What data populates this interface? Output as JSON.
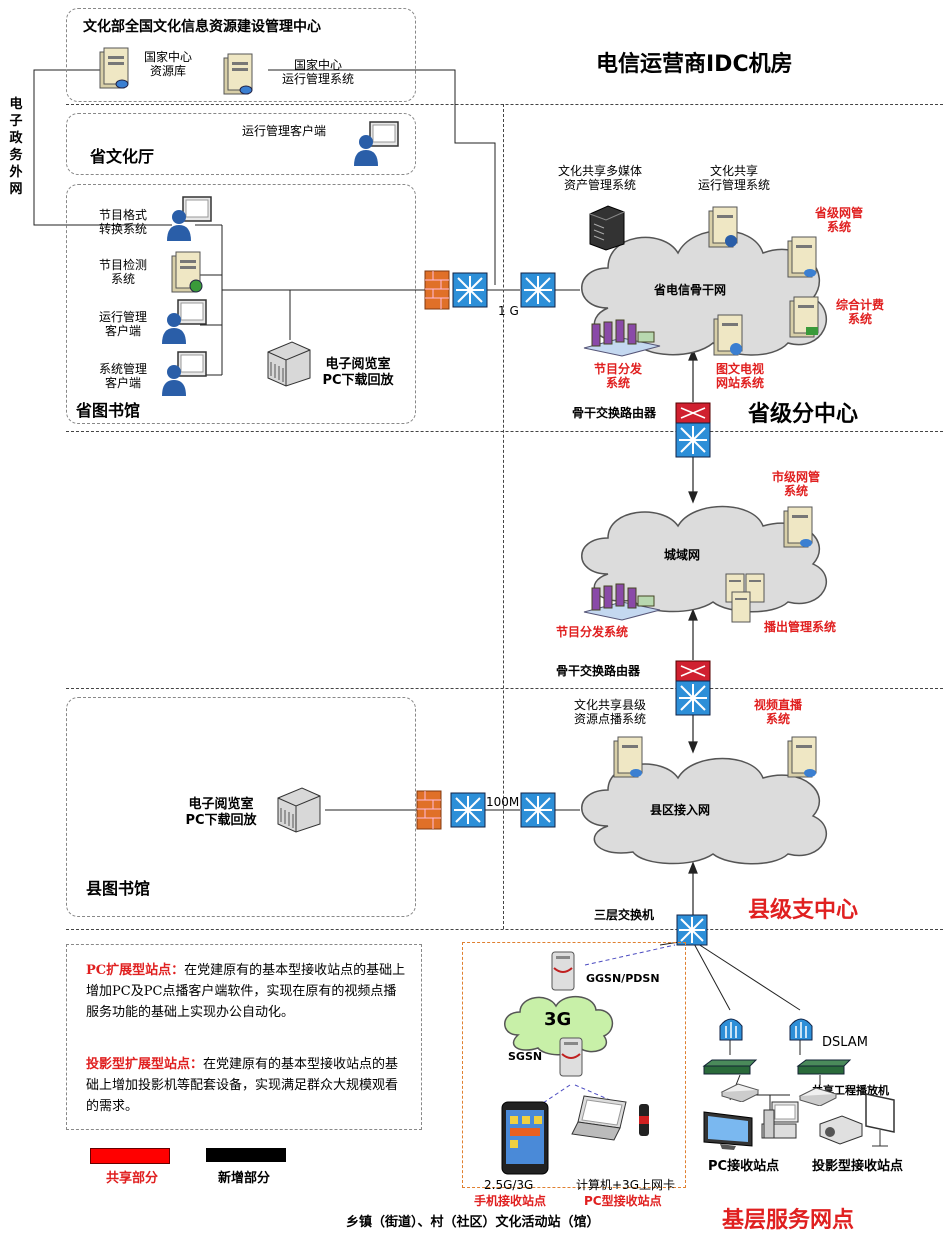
{
  "zones": {
    "idc": "电信运营商IDC机房",
    "provincial": "省级分中心",
    "county": "县级支中心",
    "grassroots": "基层服务网点"
  },
  "top_box": {
    "title": "文化部全国文化信息资源建设管理中心",
    "server1": [
      "国家中心",
      "资源库"
    ],
    "server2": [
      "国家中心",
      "运行管理系统"
    ]
  },
  "egov": [
    "电",
    "子",
    "政",
    "务",
    "外",
    "网"
  ],
  "culture_dept": {
    "title": "省文化厅",
    "client": "运行管理客户端"
  },
  "library": {
    "title": "省图书馆",
    "nodes": [
      [
        "节目格式",
        "转换系统"
      ],
      [
        "节目检测",
        "系统"
      ],
      [
        "运行管理",
        "客户端"
      ],
      [
        "系统管理",
        "客户端"
      ]
    ],
    "reading_room": [
      "电子阅览室",
      "PC下载回放"
    ]
  },
  "link_1g": "1 G",
  "link_100m": "100M",
  "prov_net": {
    "cloud": "省电信骨干网",
    "asset": [
      "文化共享多媒体",
      "资产管理系统"
    ],
    "ops": [
      "文化共享",
      "运行管理系统"
    ],
    "nms": [
      "省级网管",
      "系统"
    ],
    "billing": [
      "综合计费",
      "系统"
    ],
    "dist": [
      "节目分发",
      "系统"
    ],
    "tv": [
      "图文电视",
      "网站系统"
    ],
    "router": "骨干交换路由器"
  },
  "city_net": {
    "cloud": "城域网",
    "nms": [
      "市级网管",
      "系统"
    ],
    "dist": "节目分发系统",
    "broadcast": "播出管理系统",
    "router": "骨干交换路由器"
  },
  "county_net": {
    "cloud": "县区接入网",
    "vod": [
      "文化共享县级",
      "资源点播系统"
    ],
    "live": [
      "视频直播",
      "系统"
    ],
    "library_title": "县图书馆",
    "reading_room": [
      "电子阅览室",
      "PC下载回放"
    ],
    "switch": "三层交换机"
  },
  "notes": {
    "pc_title": "PC扩展型站点：",
    "pc_body": "在党建原有的基本型接收站点的基础上增加PC及PC点播客户端软件，实现在原有的视频点播服务功能的基础上实现办公自动化。",
    "proj_title": "投影型扩展型站点：",
    "proj_body": "在党建原有的基本型接收站点的基础上增加投影机等配套设备，实现满足群众大规模观看的需求。"
  },
  "legend": {
    "shared": "共享部分",
    "new": "新增部分",
    "shared_color": "#ff0000",
    "new_color": "#000000"
  },
  "mobile": {
    "cloud": "3G",
    "ggsn": "GGSN/PDSN",
    "sgsn": "SGSN",
    "phone_label": "2.5G/3G",
    "phone_title": "手机接收站点",
    "pc_label": "计算机+3G上网卡",
    "pc_title": "PC型接收站点"
  },
  "fixed": {
    "dslam": "DSLAM",
    "player": "共享工程播放机",
    "pc_site": "PC接收站点",
    "proj_site": "投影型接收站点"
  },
  "footer": "乡镇（街道）、村（社区）文化活动站（馆）"
}
